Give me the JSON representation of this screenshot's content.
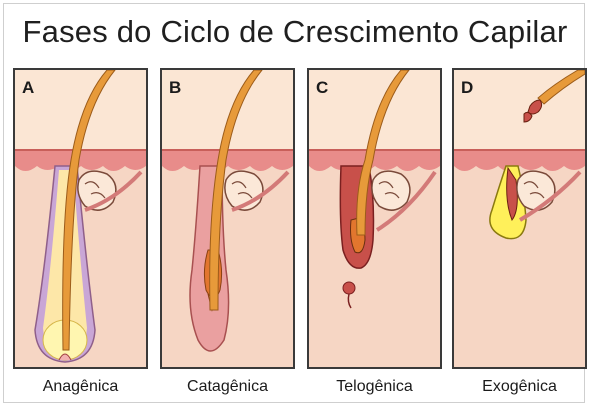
{
  "title": "Fases do Ciclo de Crescimento Capilar",
  "phases": [
    {
      "letter": "A",
      "name": "Anagênica"
    },
    {
      "letter": "B",
      "name": "Catagênica"
    },
    {
      "letter": "C",
      "name": "Telogênica"
    },
    {
      "letter": "D",
      "name": "Exogênica"
    }
  ],
  "colors": {
    "skin_surface": "#f3c79a",
    "epidermis": "#e88c8a",
    "dermis": "#f6d6c4",
    "hair_shaft": "#e79a3a",
    "follicle_sheath": "#c9a6d6",
    "bulb": "#fff6b0",
    "gland": "#fbe8d8",
    "outline": "#3a3a3a"
  }
}
